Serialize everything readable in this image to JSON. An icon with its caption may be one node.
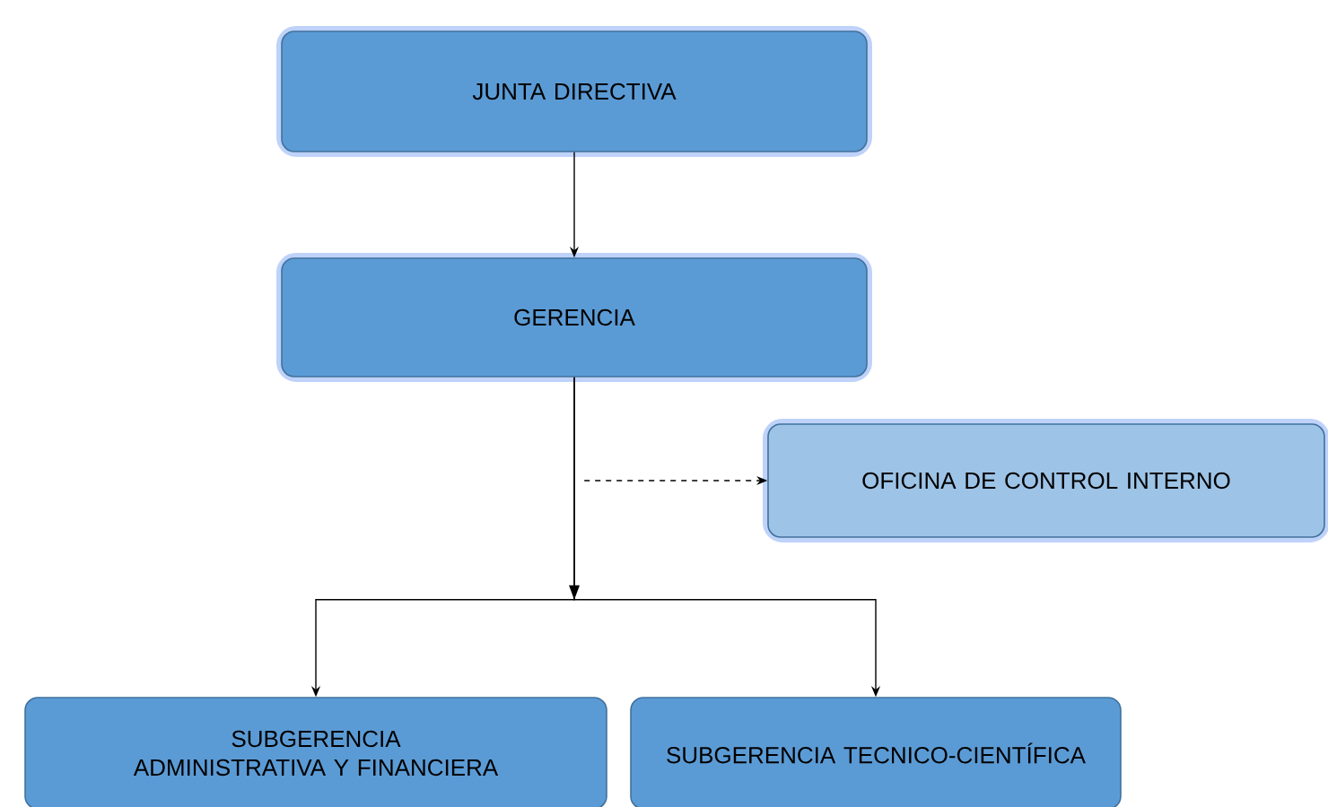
{
  "diagram": {
    "nodes": [
      {
        "text": [
          "JUNTA DIRECTIVA"
        ]
      },
      {
        "text": [
          "GERENCIA"
        ]
      },
      {
        "text": [
          "OFICINA DE CONTROL INTERNO"
        ]
      },
      {
        "text": [
          "SUBGERENCIA ADMINISTRATIVA Y FINANCIERA"
        ]
      },
      {
        "text": [
          "SUBGERENCIA TECNICO-CIENTÍFICA"
        ]
      }
    ],
    "edges": [
      {
        "from": 0,
        "to": 1,
        "arrow": "to"
      },
      {
        "from": null,
        "to": 2,
        "arrow": "to",
        "style": "dashed"
      },
      {
        "from": 1,
        "to": 3,
        "arrow": "to"
      },
      {
        "from": 1,
        "to": 4,
        "arrow": "to"
      }
    ]
  }
}
